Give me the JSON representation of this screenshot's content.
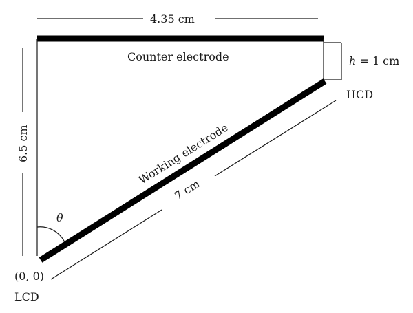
{
  "diagram": {
    "top_length_label": "4.35 cm",
    "counter_electrode_label": "Counter electrode",
    "gap_label_symbol": "h",
    "gap_label_value": " = 1 cm",
    "hcd_label": "HCD",
    "height_label": "6.5 cm",
    "working_electrode_label": "Working electrode",
    "working_length_label": "7 cm",
    "angle_label": "θ",
    "origin_label": "(0, 0)",
    "lcd_label": "LCD"
  },
  "colors": {
    "electrode": "#000000",
    "line": "#1a1a1a",
    "background": "#ffffff"
  }
}
